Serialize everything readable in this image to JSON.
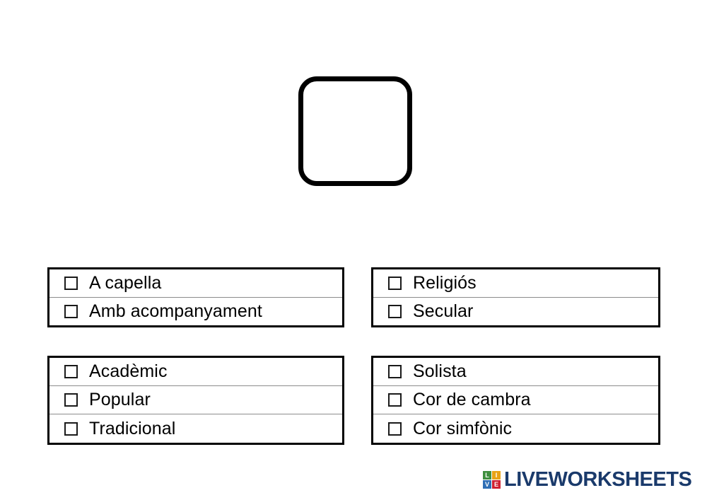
{
  "page": {
    "background_color": "#ffffff",
    "border_color": "#000000",
    "divider_color": "#8c8c8c"
  },
  "drop_target": {
    "name": "answer-drop-box",
    "value": "",
    "shape": "rounded-square",
    "border_color": "#000000"
  },
  "option_groups": [
    {
      "id": "group-tl",
      "options": [
        {
          "checkbox": "unchecked-checkbox-icon",
          "label": "A capella"
        },
        {
          "checkbox": "unchecked-checkbox-icon",
          "label": "Amb acompanyament"
        }
      ]
    },
    {
      "id": "group-tr",
      "options": [
        {
          "checkbox": "unchecked-checkbox-icon",
          "label": "Religiós"
        },
        {
          "checkbox": "unchecked-checkbox-icon",
          "label": "Secular"
        }
      ]
    },
    {
      "id": "group-bl",
      "options": [
        {
          "checkbox": "unchecked-checkbox-icon",
          "label": "Acadèmic"
        },
        {
          "checkbox": "unchecked-checkbox-icon",
          "label": "Popular"
        },
        {
          "checkbox": "unchecked-checkbox-icon",
          "label": "Tradicional"
        }
      ]
    },
    {
      "id": "group-br",
      "options": [
        {
          "checkbox": "unchecked-checkbox-icon",
          "label": "Solista"
        },
        {
          "checkbox": "unchecked-checkbox-icon",
          "label": "Cor de cambra"
        },
        {
          "checkbox": "unchecked-checkbox-icon",
          "label": "Cor simfònic"
        }
      ]
    }
  ],
  "logo": {
    "wordmark": "LIVEWORKSHEETS",
    "wordmark_color": "#1a3a6b",
    "tiles": [
      {
        "letter": "L",
        "color": "#3f8f3f"
      },
      {
        "letter": "I",
        "color": "#e8a317"
      },
      {
        "letter": "V",
        "color": "#2f6fb5"
      },
      {
        "letter": "E",
        "color": "#cf2233"
      }
    ]
  }
}
